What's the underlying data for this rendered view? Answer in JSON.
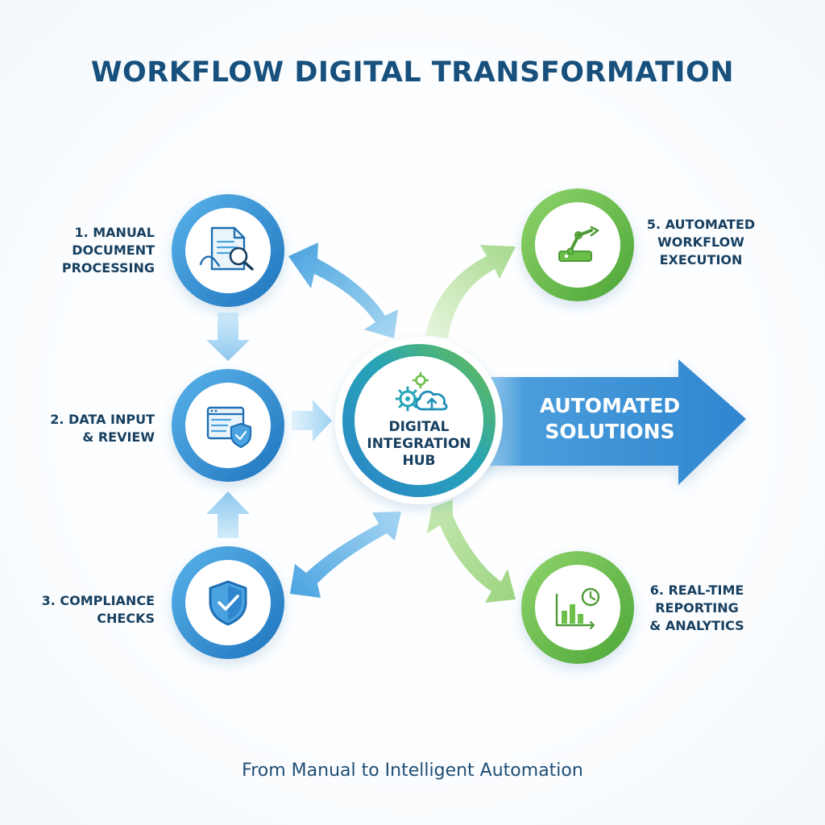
{
  "title": "WORKFLOW DIGITAL TRANSFORMATION",
  "subtitle": "From Manual to Intelligent Automation",
  "hub": {
    "label": "DIGITAL\nINTEGRATION\nHUB",
    "icon": "gears-cloud-icon"
  },
  "banner": {
    "label": "AUTOMATED\nSOLUTIONS"
  },
  "steps": [
    {
      "label": "1. MANUAL\nDOCUMENT\nPROCESSING",
      "icon": "document-search-icon",
      "ring": "blue"
    },
    {
      "label": "2. DATA INPUT\n& REVIEW",
      "icon": "form-shield-icon",
      "ring": "blue"
    },
    {
      "label": "3. COMPLIANCE\nCHECKS",
      "icon": "shield-check-icon",
      "ring": "blue"
    },
    {
      "label": "5. AUTOMATED\nWORKFLOW\nEXECUTION",
      "icon": "robot-arm-icon",
      "ring": "green"
    },
    {
      "label": "6. REAL-TIME\nREPORTING\n& ANALYTICS",
      "icon": "chart-clock-icon",
      "ring": "green"
    }
  ],
  "colors": {
    "title": "#17507d",
    "blue_ring": "#2f8fd4",
    "green_ring": "#6cc04a",
    "hub_ring": "#1f9fb0",
    "banner": "#2f86cf",
    "text": "#173f5f"
  }
}
